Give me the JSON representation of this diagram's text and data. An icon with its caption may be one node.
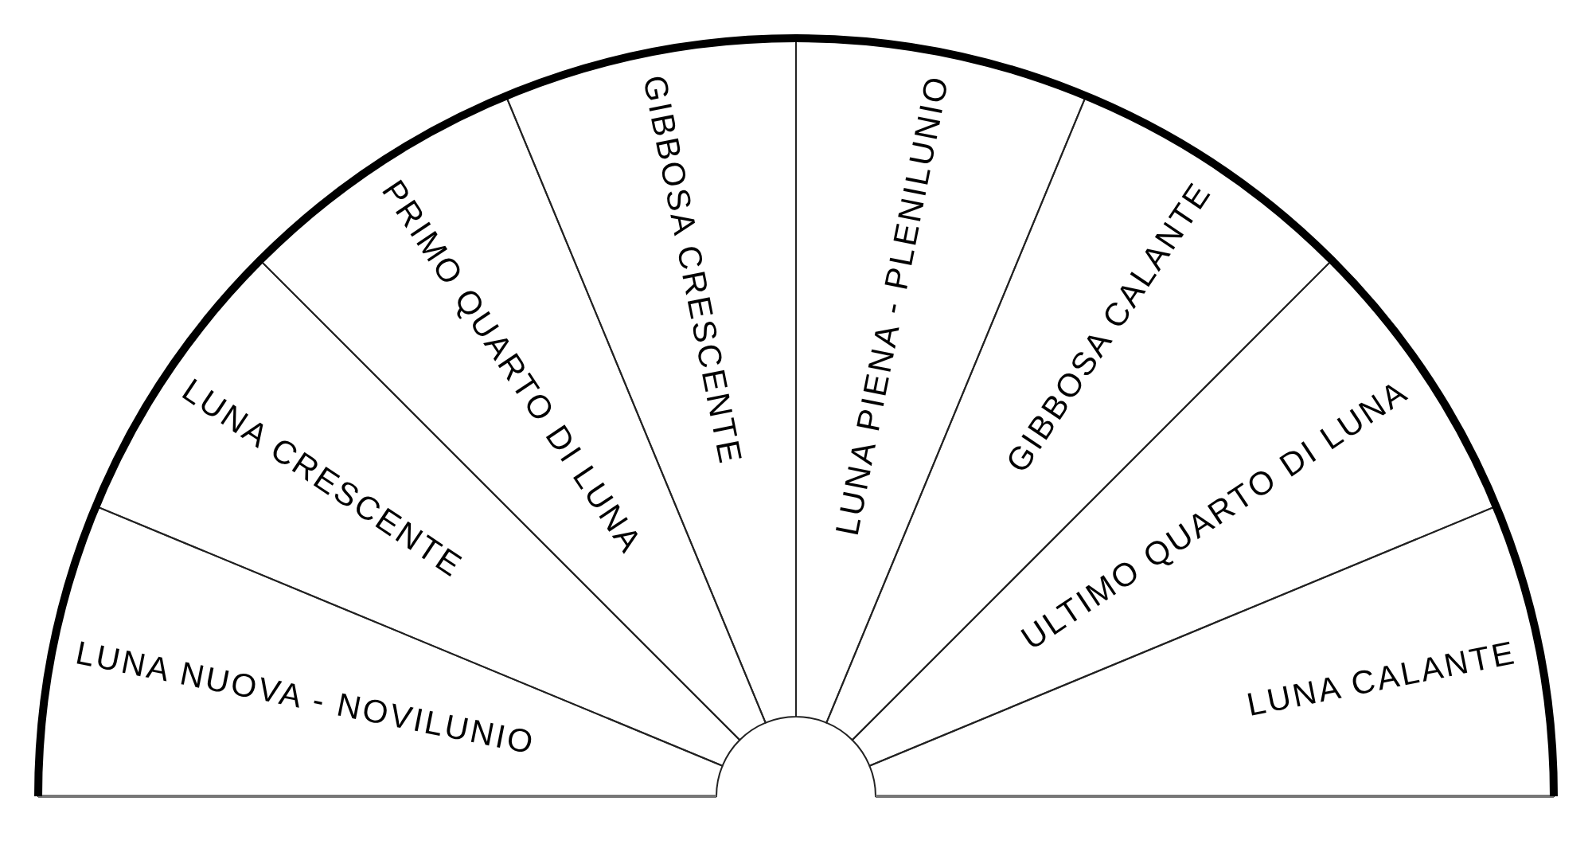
{
  "diagram": {
    "nodes": [
      {
        "text": [
          "LUNA NUOVA - NOVILUNIO"
        ]
      },
      {
        "text": [
          "LUNA CRESCENTE"
        ]
      },
      {
        "text": [
          "PRIMO QUARTO DI LUNA"
        ]
      },
      {
        "text": [
          "GIBBOSA CRESCENTE"
        ]
      },
      {
        "text": [
          "LUNA PIENA - PLENILUNIO"
        ]
      },
      {
        "text": [
          "GIBBOSA CALANTE"
        ]
      },
      {
        "text": [
          "ULTIMO QUARTO DI LUNA"
        ]
      },
      {
        "text": [
          "LUNA CALANTE"
        ]
      }
    ]
  }
}
